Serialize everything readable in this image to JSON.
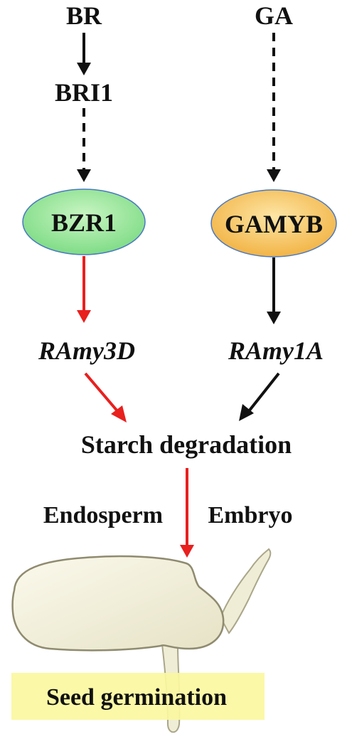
{
  "nodes": {
    "br": "BR",
    "ga": "GA",
    "bri1": "BRI1",
    "bzr1": "BZR1",
    "gamyb": "GAMYB",
    "ramy3d": "RAmy3D",
    "ramy1a": "RAmy1A",
    "starch": "Starch degradation",
    "endosperm": "Endosperm",
    "embryo": "Embryo",
    "germination": "Seed germination"
  },
  "colors": {
    "bzr1_fill": "#9be89b",
    "gamyb_fill": "#f7c45c",
    "red_arrow": "#e8201e",
    "black_arrow": "#111111",
    "highlight": "#fbf7a0",
    "seed_fill": "#f3f0dc"
  },
  "icons": {
    "seed": "germinating-seed-illustration"
  }
}
